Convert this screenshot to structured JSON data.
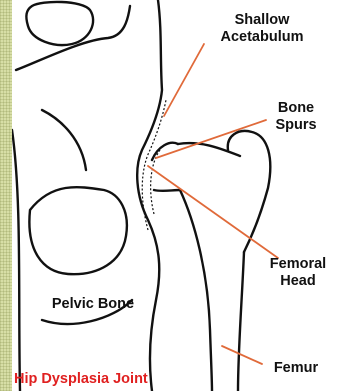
{
  "labels": {
    "shallow_acetabulum_line1": "Shallow",
    "shallow_acetabulum_line2": "Acetabulum",
    "bone_spurs_line1": "Bone",
    "bone_spurs_line2": "Spurs",
    "femoral_head_line1": "Femoral",
    "femoral_head_line2": "Head",
    "pelvic_bone": "Pelvic Bone",
    "femur": "Femur"
  },
  "title": "Hip Dysplasia Joint",
  "colors": {
    "leader_line": "#e06a3a",
    "title_text": "#e02020",
    "outline": "#111111",
    "frame_pattern": "#d7dea6"
  }
}
